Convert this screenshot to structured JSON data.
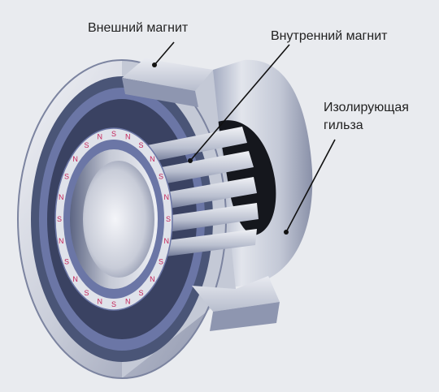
{
  "labels": {
    "outer_magnet": "Внешний магнит",
    "inner_magnet": "Внутренний магнит",
    "sleeve_line1": "Изолирующая",
    "sleeve_line2": "гильза"
  },
  "pole_letters": [
    "S",
    "N",
    "S",
    "N",
    "S",
    "N",
    "S",
    "N",
    "S",
    "N",
    "S",
    "N",
    "S",
    "N",
    "S",
    "N",
    "S",
    "N",
    "S",
    "N",
    "S",
    "N",
    "S",
    "N"
  ],
  "colors": {
    "background": "#e9ebef",
    "steel_light": "#dfe2ea",
    "steel_mid": "#aab1c6",
    "steel_dark": "#4a5577",
    "magnet_blue": "#6b76a6",
    "pole_letter": "#c4245a",
    "leader_line": "#111111"
  }
}
